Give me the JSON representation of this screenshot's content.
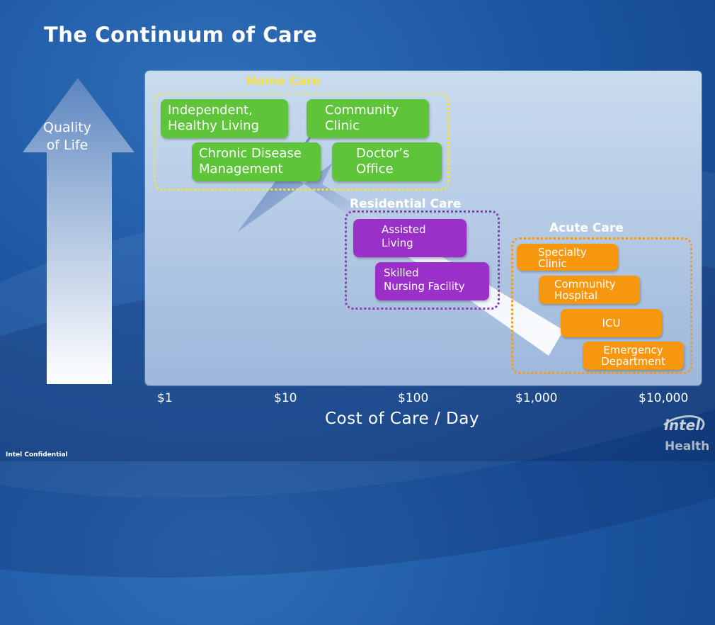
{
  "slide": {
    "title": "The Continuum of Care",
    "footer": "Intel Confidential"
  },
  "quality_axis": {
    "label_line1": "Quality",
    "label_line2": "of Life"
  },
  "cost_axis": {
    "label": "Cost of Care / Day",
    "ticks": [
      "$1",
      "$10",
      "$100",
      "$1,000",
      "$10,000"
    ]
  },
  "groups": {
    "home": {
      "label": "Home Care",
      "items": [
        {
          "line1": "Independent,",
          "line2": "Healthy Living"
        },
        {
          "line1": "Community",
          "line2": "Clinic"
        },
        {
          "line1": "Chronic Disease",
          "line2": "Management"
        },
        {
          "line1": "Doctor’s",
          "line2": "Office"
        }
      ]
    },
    "residential": {
      "label": "Residential Care",
      "items": [
        {
          "line1": "Assisted",
          "line2": "Living"
        },
        {
          "line1": "Skilled",
          "line2": "Nursing Facility"
        }
      ]
    },
    "acute": {
      "label": "Acute Care",
      "items": [
        {
          "line1": "Specialty",
          "line2": "Clinic"
        },
        {
          "line1": "Community",
          "line2": "Hospital"
        },
        {
          "line1": "ICU",
          "line2": ""
        },
        {
          "line1": "Emergency",
          "line2": "Department"
        }
      ]
    }
  },
  "logo": {
    "brand": "intel",
    "sub": "Health"
  },
  "colors": {
    "home": "#5ec43a",
    "residential": "#9b30c8",
    "acute": "#f7960f",
    "home_label": "#f3df46"
  }
}
